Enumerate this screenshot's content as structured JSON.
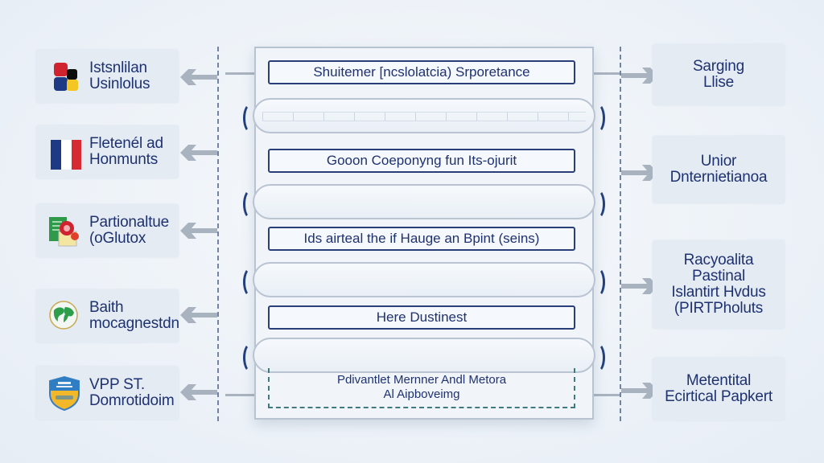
{
  "diagram": {
    "left_items": [
      {
        "icon": "color-squares-icon",
        "line1": "Istsnlilan",
        "line2": "Usinlolus"
      },
      {
        "icon": "france-flag-icon",
        "line1": "Fletenél ad",
        "line2": "Honmunts"
      },
      {
        "icon": "documents-stamp-icon",
        "line1": "Partionaltue",
        "line2": "(oGlutox"
      },
      {
        "icon": "globe-icon",
        "line1": "Baith",
        "line2": "mocagnestdn"
      },
      {
        "icon": "shield-badge-icon",
        "line1": "VPP ST.",
        "line2": "Domrotidoim"
      }
    ],
    "center_steps": [
      "Shuitemer [ncslolatcia) Srporetance",
      "Gooon Coeponyng fun Its-ojurit",
      "Ids airteal the if Hauge an Bpint (seins)",
      "Here Dustinest"
    ],
    "final_step": {
      "line1": "Pdivantlet Mernner Andl Metora",
      "line2": "Al Aipboveimg"
    },
    "right_items": [
      {
        "lines": [
          "Sarging",
          "Llise"
        ]
      },
      {
        "lines": [
          "Unior",
          "Dnternietianoa"
        ]
      },
      {
        "lines": [
          "Racyoalita",
          "Pastinal",
          "Islantirt Hvdus",
          "(PIRTPholuts"
        ]
      },
      {
        "lines": [
          "Metentital",
          "Ecirtical Papkert"
        ]
      }
    ],
    "colors": {
      "accent_navy": "#1f3270",
      "arrow_gray": "#a9b3c0",
      "dashed_teal": "#3f7a7e"
    }
  }
}
